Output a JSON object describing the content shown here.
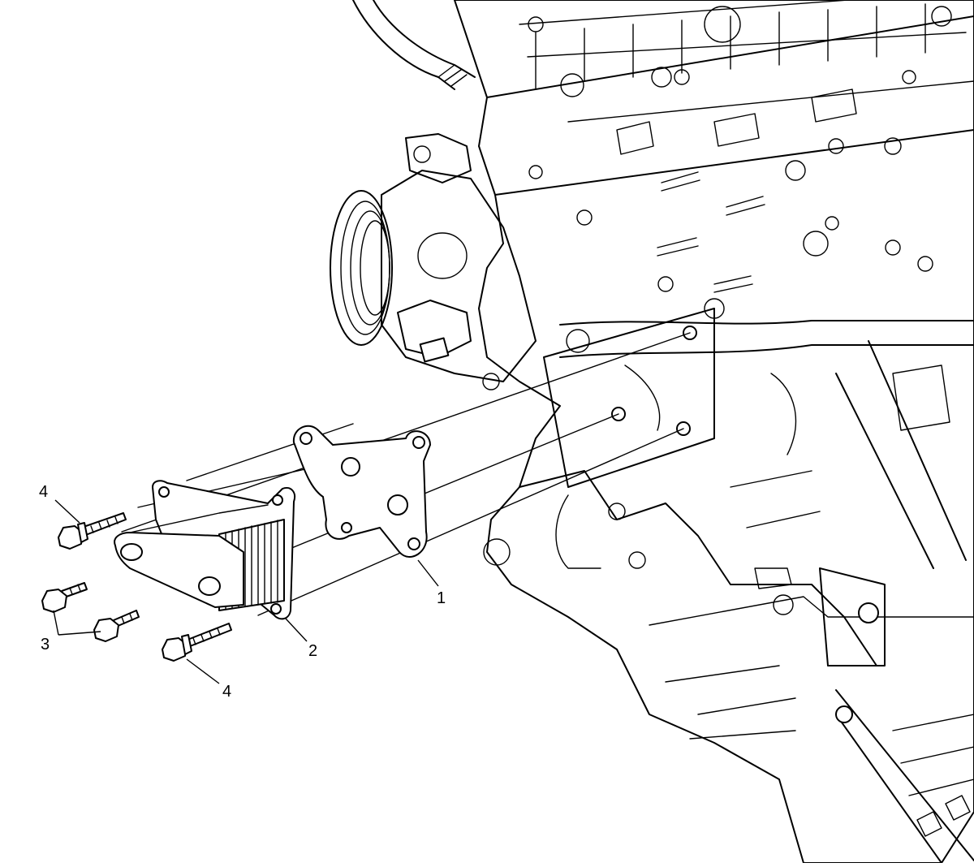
{
  "callouts": {
    "gasket": "1",
    "oil_cooler": "2",
    "short_bolts": "3",
    "long_bolt_upper": "4",
    "long_bolt_lower": "4"
  },
  "colors": {
    "line": "#000000",
    "background": "#ffffff"
  }
}
